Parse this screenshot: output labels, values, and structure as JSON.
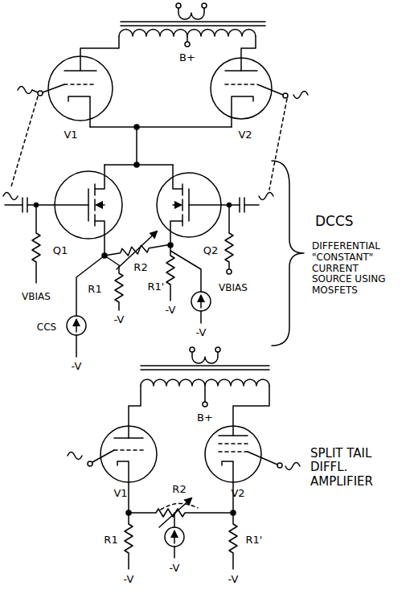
{
  "diagram": {
    "labels": [
      "B+",
      "V1",
      "V2",
      "Q1",
      "Q2",
      "R2",
      "R1",
      "R1'",
      "VBIAS",
      "VBIAS",
      "CCS",
      "-V",
      "-V",
      "-V",
      "-V",
      "DCCS",
      "DIFFERENTIAL \"CONSTANT\" CURRENT SOURCE USING MOSFETS",
      "B+",
      "V1",
      "V2",
      "R2",
      "R1",
      "R1'",
      "-V",
      "-V",
      "-V",
      "SPLIT TAIL DIFFL. AMPLIFIER"
    ]
  }
}
